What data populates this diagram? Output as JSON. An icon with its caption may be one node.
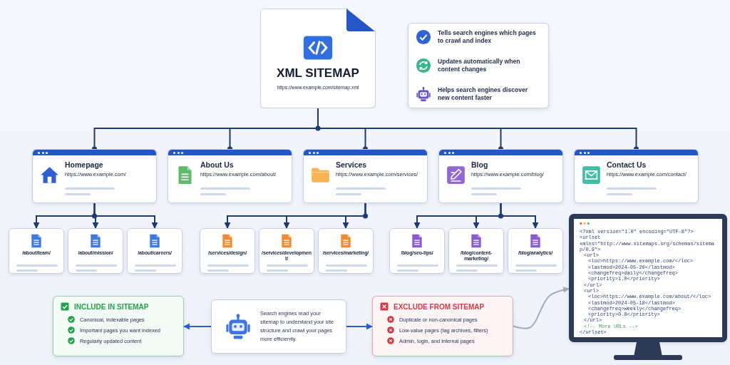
{
  "diagram": {
    "nodes": [
      {
        "text": [
          "XML SITEMAP",
          "https://www.example.com/sitemap.xml"
        ]
      },
      {
        "text": [
          "Tells search engines which pages to crawl and index",
          "Updates automatically when content changes",
          "Helps search engines discover new content faster"
        ]
      },
      {
        "text": [
          "Homepage",
          "https://www.example.com/"
        ]
      },
      {
        "text": [
          "About Us",
          "https://www.example.com/about/"
        ]
      },
      {
        "text": [
          "Services",
          "https://www.example.com/services/"
        ]
      },
      {
        "text": [
          "Blog",
          "https://www.example.com/blog/"
        ]
      },
      {
        "text": [
          "Contact Us",
          "https://www.example.com/contact/"
        ]
      },
      {
        "text": [
          "/about/team/"
        ]
      },
      {
        "text": [
          "/about/mission/"
        ]
      },
      {
        "text": [
          "/about/careers/"
        ]
      },
      {
        "text": [
          "/services/design/"
        ]
      },
      {
        "text": [
          "/services/development/"
        ]
      },
      {
        "text": [
          "/services/marketing/"
        ]
      },
      {
        "text": [
          "/blog/seo-tips/"
        ]
      },
      {
        "text": [
          "/blog/content-marketing/"
        ]
      },
      {
        "text": [
          "/blog/analytics/"
        ]
      },
      {
        "text": [
          "INCLUDE IN SITEMAP",
          "Canonical, indexable pages",
          "Important pages you want indexed",
          "Regularly updated content"
        ]
      },
      {
        "text": [
          "Search engines read your sitemap to understand your site structure and crawl your pages more efficiently."
        ]
      },
      {
        "text": [
          "EXCLUDE FROM SITEMAP",
          "Duplicate or non-canonical pages",
          "Low-value pages (tag archives, filters)",
          "Admin, login, and internal pages"
        ]
      },
      {
        "text": [
          "<?xml version=\"1.0\" encoding=\"UTF-8\"?>",
          "<urlset xmlns=\"http://www.sitemaps.org/schemas/sitemap/0.9\">",
          "<url>",
          "<loc>https://www.example.com/</loc>",
          "<lastmod>2024-05-20</lastmod>",
          "<changefreq>daily</changefreq>",
          "<priority>1.0</priority>",
          "</url>",
          "<url>",
          "<loc>https://www.example.com/about/</loc>",
          "<lastmod>2024-05-18</lastmod>",
          "<changefreq>weekly</changefreq>",
          "<priority>0.8</priority>",
          "</url>",
          "<!-- More URLs -->",
          "</urlset>"
        ]
      }
    ],
    "edges": [
      {
        "from": 0,
        "to": 2,
        "arrow": "other"
      },
      {
        "from": 0,
        "to": 3,
        "arrow": "other"
      },
      {
        "from": 0,
        "to": 4,
        "arrow": "other"
      },
      {
        "from": 0,
        "to": 5,
        "arrow": "other"
      },
      {
        "from": 0,
        "to": 6,
        "arrow": "other"
      },
      {
        "from": 2,
        "to": 7,
        "arrow": "to"
      },
      {
        "from": 2,
        "to": 8,
        "arrow": "to"
      },
      {
        "from": 2,
        "to": 9,
        "arrow": "to"
      },
      {
        "from": 4,
        "to": 10,
        "arrow": "to"
      },
      {
        "from": 4,
        "to": 11,
        "arrow": "to"
      },
      {
        "from": 4,
        "to": 12,
        "arrow": "to"
      },
      {
        "from": 5,
        "to": 13,
        "arrow": "to"
      },
      {
        "from": 5,
        "to": 14,
        "arrow": "to"
      },
      {
        "from": 5,
        "to": 15,
        "arrow": "to"
      },
      {
        "from": 17,
        "to": 16,
        "arrow": "to",
        "color": "#2b5bd7"
      },
      {
        "from": 17,
        "to": 18,
        "arrow": "to",
        "color": "#2b5bd7"
      },
      {
        "from": 18,
        "to": 19,
        "arrow": "to",
        "color": "#a3abbb"
      }
    ]
  }
}
